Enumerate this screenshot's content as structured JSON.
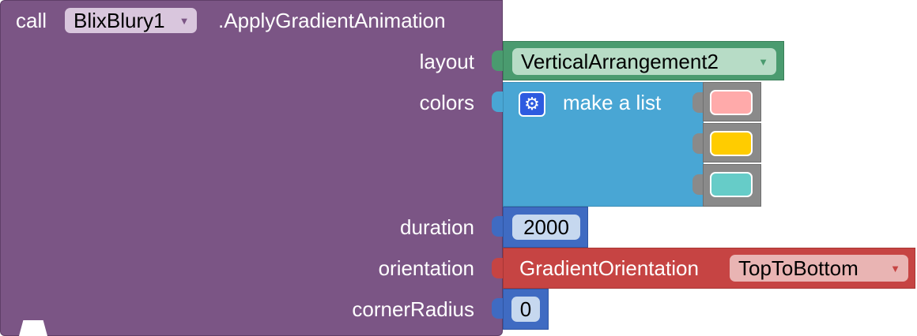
{
  "call_block": {
    "keyword": "call",
    "component": "BlixBlury1",
    "method": ".ApplyGradientAnimation",
    "params": {
      "layout": "layout",
      "colors": "colors",
      "duration": "duration",
      "orientation": "orientation",
      "corner_radius": "cornerRadius"
    }
  },
  "layout_block": {
    "value": "VerticalArrangement2"
  },
  "list_block": {
    "label": "make a list",
    "items": [
      {
        "color": "#ffaaaa"
      },
      {
        "color": "#ffcc00"
      },
      {
        "color": "#66ccc8"
      }
    ]
  },
  "duration_block": {
    "value": "2000"
  },
  "orientation_block": {
    "label": "GradientOrientation",
    "value": "TopToBottom"
  },
  "corner_radius_block": {
    "value": "0"
  },
  "colors": {
    "procedure": "#7b5585",
    "component": "#4a9b6f",
    "list": "#49a6d4",
    "color": "#8a8a8a",
    "math": "#3f6bc2",
    "enum": "#c64443"
  }
}
